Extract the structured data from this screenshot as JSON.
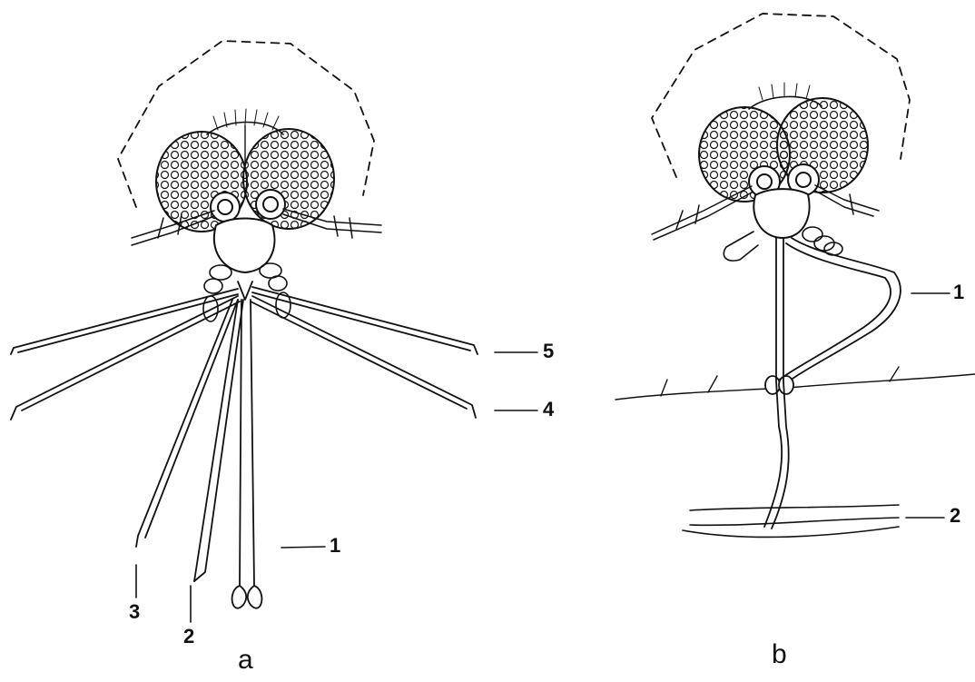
{
  "panel_a": {
    "caption": "a",
    "labels": {
      "part_1": "1",
      "part_2": "2",
      "part_3": "3",
      "part_4": "4",
      "part_5": "5"
    }
  },
  "panel_b": {
    "caption": "b",
    "labels": {
      "part_1": "1",
      "part_2": "2"
    }
  },
  "colors": {
    "ink": "#111111",
    "background": "#ffffff"
  }
}
